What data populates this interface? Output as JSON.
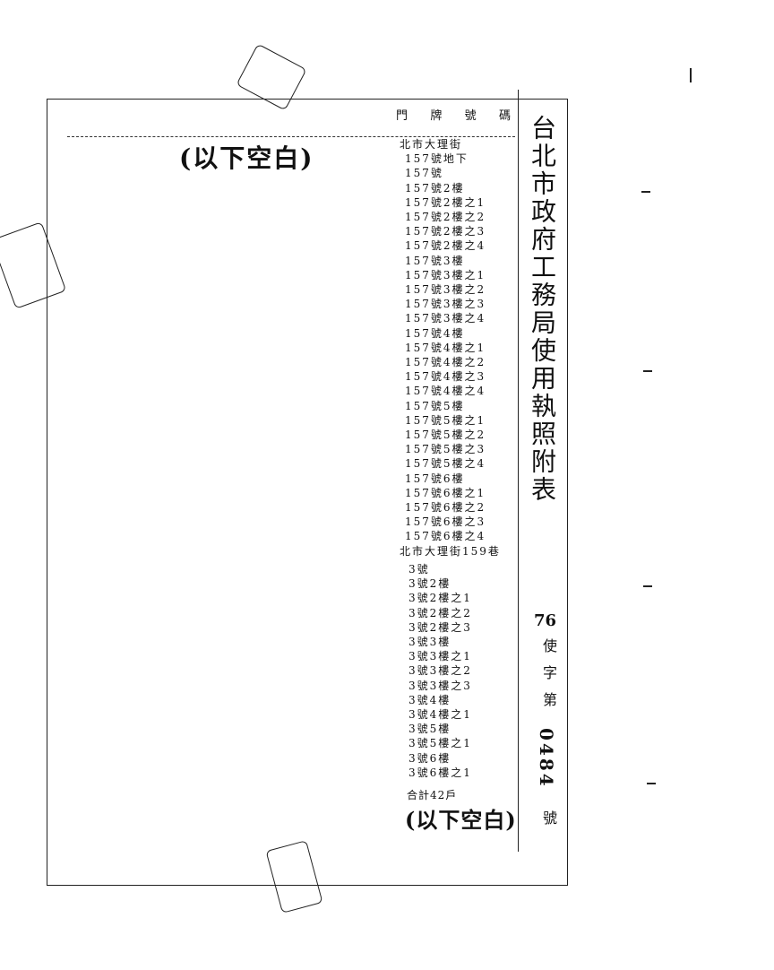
{
  "header": {
    "columns": [
      "門",
      "牌",
      "號",
      "碼"
    ]
  },
  "blank_notes": {
    "top_left": "(以下空白)",
    "bottom": "(以下空白)"
  },
  "vertical_title": "台北市政府工務局使用執照附表",
  "license": {
    "year": "76",
    "char1": "使",
    "char2": "字",
    "char3": "第",
    "number": "0484",
    "suffix": "號"
  },
  "addresses": [
    "北市大理街",
    "157號地下",
    "157號",
    "157號2樓",
    "157號2樓之1",
    "157號2樓之2",
    "157號2樓之3",
    "157號2樓之4",
    "157號3樓",
    "157號3樓之1",
    "157號3樓之2",
    "157號3樓之3",
    "157號3樓之4",
    "157號4樓",
    "157號4樓之1",
    "157號4樓之2",
    "157號4樓之3",
    "157號4樓之4",
    "157號5樓",
    "157號5樓之1",
    "157號5樓之2",
    "157號5樓之3",
    "157號5樓之4",
    "157號6樓",
    "157號6樓之1",
    "157號6樓之2",
    "157號6樓之3",
    "157號6樓之4",
    "北市大理街159巷",
    "3號",
    "3號2樓",
    "3號2樓之1",
    "3號2樓之2",
    "3號2樓之3",
    "3號3樓",
    "3號3樓之1",
    "3號3樓之2",
    "3號3樓之3",
    "3號4樓",
    "3號4樓之1",
    "3號5樓",
    "3號5樓之1",
    "3號6樓",
    "3號6樓之1"
  ],
  "total": "合計42戶"
}
